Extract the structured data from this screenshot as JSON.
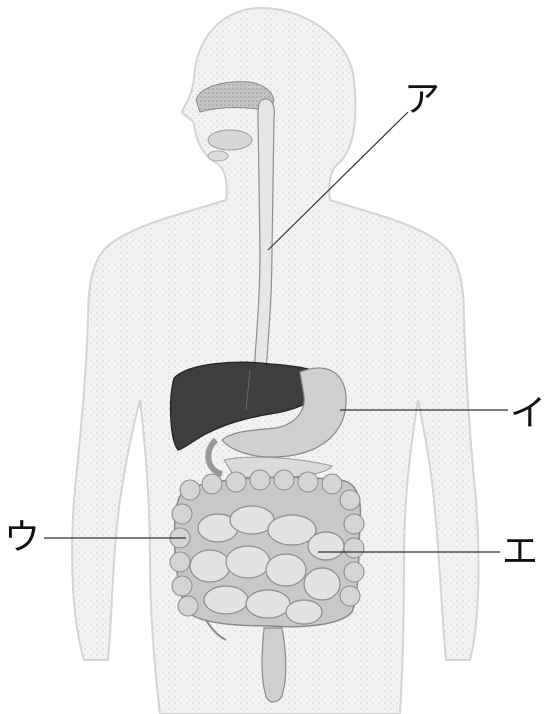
{
  "labels": {
    "a": "ア",
    "i": "イ",
    "u": "ウ",
    "e": "エ"
  },
  "colors": {
    "body_outline": "#d4d4d4",
    "body_fill": "#f4f4f4",
    "liver": "#3e3e3e",
    "stomach": "#cfcfcf",
    "intestine": "#bdbdbd",
    "esophagus": "#9a9a9a",
    "leader_line": "#333333"
  }
}
